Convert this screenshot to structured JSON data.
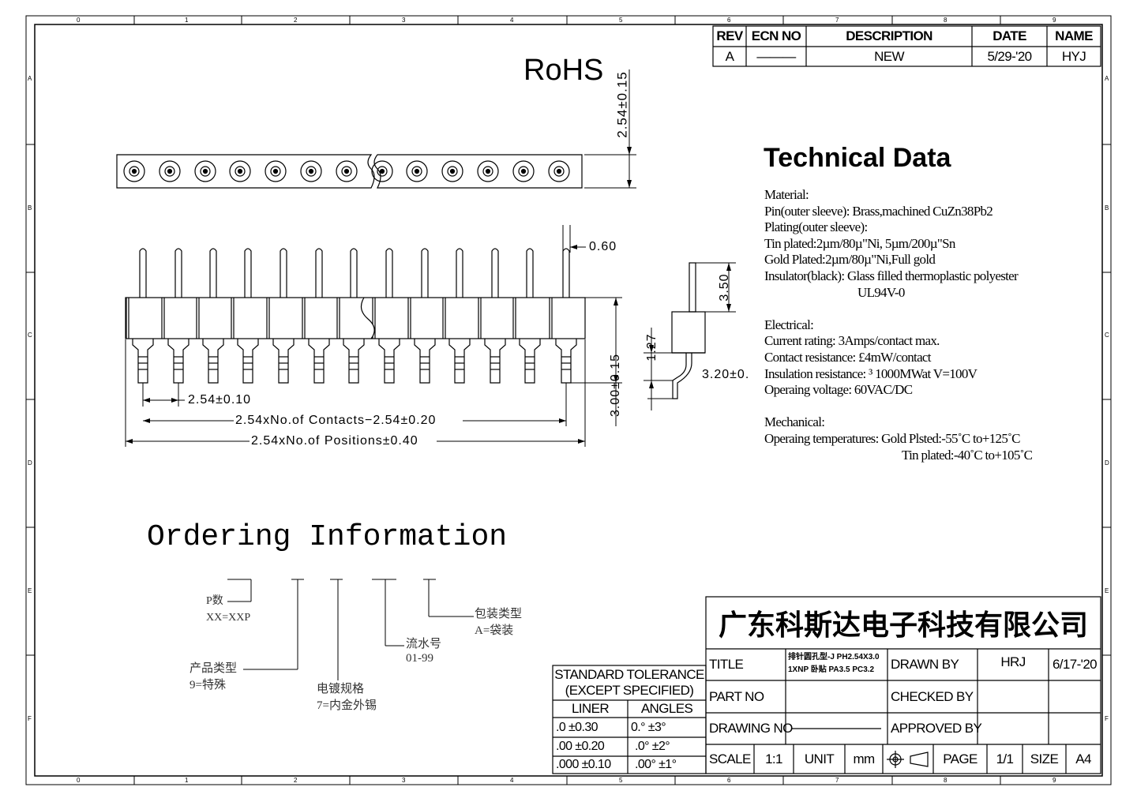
{
  "frame": {
    "col_labels": [
      "0",
      "1",
      "2",
      "3",
      "4",
      "5",
      "6",
      "7",
      "8",
      "9"
    ],
    "row_labels": [
      "A",
      "B",
      "C",
      "D",
      "E",
      "F"
    ]
  },
  "revision_block": {
    "headers": [
      "REV",
      "ECN NO",
      "DESCRIPTION",
      "DATE",
      "NAME"
    ],
    "row": {
      "rev": "A",
      "ecn": "———",
      "description": "NEW",
      "date": "5/29-'20",
      "name": "HYJ"
    }
  },
  "rohs_label": "RoHS",
  "dimensions": {
    "pitch_height": "2.54±0.15",
    "pin_diameter": "0.60",
    "pin_pitch": "2.54±0.10",
    "contacts_length": "2.54xNo.of Contacts−2.54±0.20",
    "positions_length": "2.54xNo.of Positions±0.40",
    "body_height": "3.00±0.15",
    "pin_top": "3.50",
    "tail_offset": "1.27",
    "tail_length": "3.20±0."
  },
  "technical_data": {
    "title": "Technical Data",
    "lines": [
      "Material:",
      "Pin(outer sleeve): Brass,machined CuZn38Pb2",
      "Plating(outer sleeve):",
      "Tin plated:2µm/80µ\"Ni, 5µm/200µ\"Sn",
      "Gold Plated:2µm/80µ\"Ni,Full gold",
      "Insulator(black): Glass filled thermoplastic polyester",
      "UL94V-0",
      "",
      "Electrical:",
      "Current rating: 3Amps/contact max.",
      "Contact resistance: £4mW/contact",
      "Insulation resistance: ³ 1000MWat V=100V",
      "Operaing voltage: 60VAC/DC",
      "",
      "Mechanical:",
      "Operaing temperatures: Gold Plsted:-55˚C to+125˚C",
      "Tin plated:-40˚C to+105˚C"
    ]
  },
  "ordering": {
    "title": "Ordering Information",
    "p_count": "P数",
    "p_count_value": "XX=XXP",
    "product_type": "产品类型",
    "product_type_value": "9=特殊",
    "plating": "电镀规格",
    "plating_value": "7=内金外锡",
    "serial": "流水号",
    "serial_value": "01-99",
    "packaging": "包装类型",
    "packaging_value": "A=袋装"
  },
  "tolerance": {
    "title_line1": "STANDARD TOLERANCE",
    "title_line2": "(EXCEPT  SPECIFIED)",
    "col_liner": "LINER",
    "col_angles": "ANGLES",
    "rows": [
      {
        "liner": ".0  ±0.30",
        "angle": "0.°  ±3°"
      },
      {
        "liner": ".00  ±0.20",
        "angle": ".0°  ±2°"
      },
      {
        "liner": ".000 ±0.10",
        "angle": ".00°  ±1°"
      }
    ]
  },
  "title_block": {
    "company": "广东科斯达电子科技有限公司",
    "title_label": "TITLE",
    "title_value_1": "排针圆孔型-J PH2.54X3.0",
    "title_value_2": "1XNP  卧贴  PA3.5 PC3.2",
    "drawn_by_label": "DRAWN BY",
    "drawn_by": "HRJ",
    "drawn_date": "6/17-'20",
    "part_no_label": "PART NO",
    "checked_by_label": "CHECKED BY",
    "drawing_no_label": "DRAWING NO",
    "approved_by_label": "APPROVED BY",
    "scale_label": "SCALE",
    "scale": "1:1",
    "unit_label": "UNIT",
    "unit": "mm",
    "page_label": "PAGE",
    "page": "1/1",
    "size_label": "SIZE",
    "size": "A4"
  }
}
